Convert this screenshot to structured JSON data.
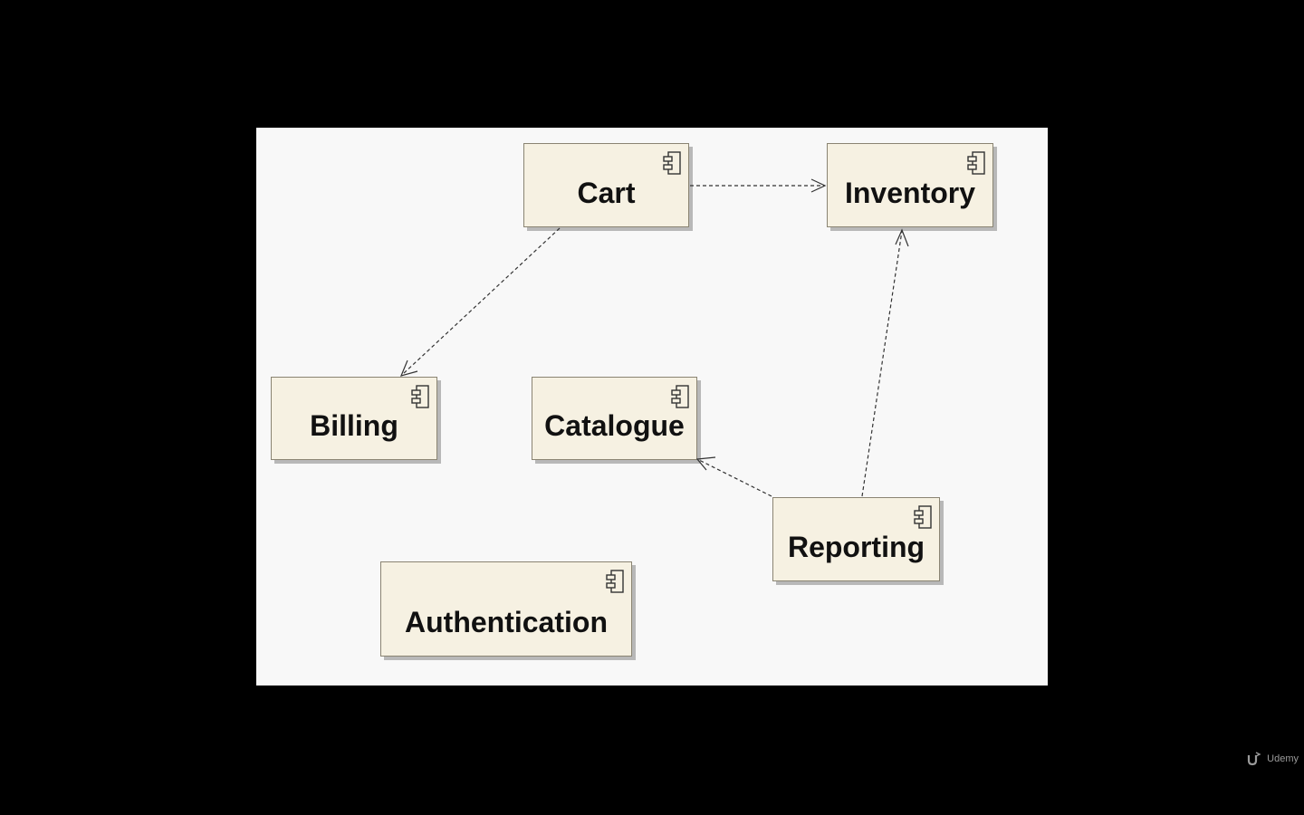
{
  "diagram": {
    "type": "uml-component-diagram",
    "components": [
      {
        "id": "cart",
        "label": "Cart",
        "icon": "component-icon"
      },
      {
        "id": "inventory",
        "label": "Inventory",
        "icon": "component-icon"
      },
      {
        "id": "billing",
        "label": "Billing",
        "icon": "component-icon"
      },
      {
        "id": "catalogue",
        "label": "Catalogue",
        "icon": "component-icon"
      },
      {
        "id": "reporting",
        "label": "Reporting",
        "icon": "component-icon"
      },
      {
        "id": "authentication",
        "label": "Authentication",
        "icon": "component-icon"
      }
    ],
    "dependencies": [
      {
        "from": "cart",
        "to": "inventory",
        "style": "dashed",
        "arrow": "open"
      },
      {
        "from": "cart",
        "to": "billing",
        "style": "dashed",
        "arrow": "open"
      },
      {
        "from": "reporting",
        "to": "inventory",
        "style": "dashed",
        "arrow": "open"
      },
      {
        "from": "reporting",
        "to": "catalogue",
        "style": "dashed",
        "arrow": "open"
      }
    ],
    "colors": {
      "screen_background": "#000000",
      "canvas_background": "#f8f8f8",
      "component_fill": "#f6f1e2",
      "component_border": "#8a8472",
      "connector": "#333333"
    }
  },
  "watermark": {
    "text": "Udemy",
    "icon": "udemy-logo-icon"
  }
}
